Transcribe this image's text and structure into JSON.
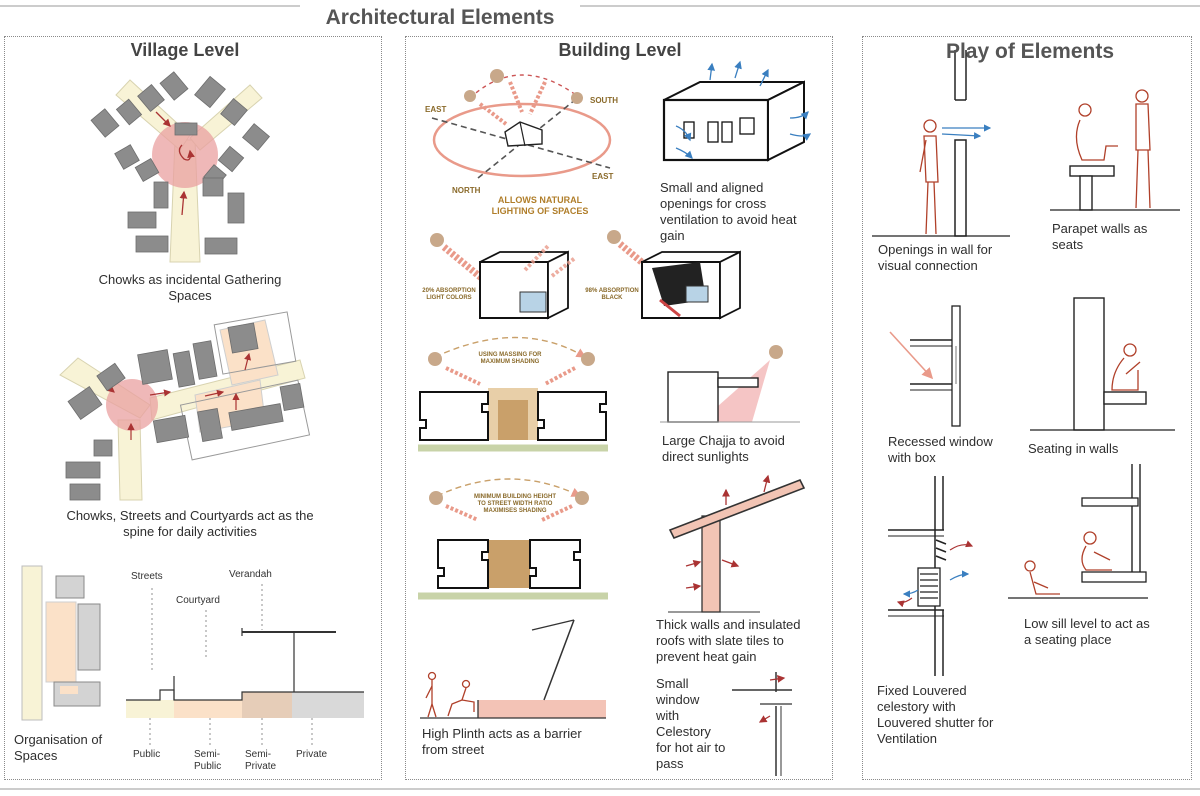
{
  "header": {
    "title": "Architectural Elements"
  },
  "panels": {
    "village": {
      "title": "Village Level",
      "label_chowks": "Chowks as incidental Gathering Spaces",
      "label_streets": "Chowks, Streets and Courtyards act as the spine for daily activities",
      "label_organisation": "Organisation of Spaces",
      "diagram_labels": {
        "streets": "Streets",
        "courtyard": "Courtyard",
        "verandah": "Verandah",
        "public": "Public",
        "semi_public": "Semi-Public",
        "semi_private": "Semi-Private",
        "private": "Private"
      }
    },
    "building": {
      "title": "Building Level",
      "label_lighting": "ALLOWS NATURAL LIGHTING OF SPACES",
      "compass": {
        "east_1": "EAST",
        "south": "SOUTH",
        "north": "NORTH",
        "east_2": "EAST"
      },
      "label_openings": "Small and aligned openings for cross ventilation to avoid heat gain",
      "absorption_light": "20% ABSORPTION LIGHT COLORS",
      "absorption_black": "98% ABSORPTION BLACK",
      "label_massing": "USING MASSING FOR MAXIMUM SHADING",
      "label_chajja": "Large Chajja to avoid direct sunlights",
      "label_height": "MINIMUM BUILDING HEIGHT TO STREET WIDTH RATIO MAXIMISES SHADING",
      "label_walls": "Thick walls and insulated roofs with slate tiles to prevent heat gain",
      "label_plinth": "High Plinth acts as a barrier from street",
      "label_celestory": "Small window with Celestory for hot air to pass"
    },
    "play": {
      "title": "Play of Elements",
      "label_openings": "Openings in wall for visual connection",
      "label_parapet": "Parapet walls as seats",
      "label_recessed": "Recessed window with box",
      "label_seating": "Seating in walls",
      "label_louvered": "Fixed Louvered celestory with Louvered shutter for Ventilation",
      "label_sill": "Low sill level to act as a seating place"
    }
  },
  "colors": {
    "title_gray": "#555555",
    "person_red": "#b0402a",
    "chowk_pink": "#e9a0a0",
    "street_cream": "#f8f3d6",
    "building_gray": "#8a8a8a",
    "sun_tan": "#c8a88a",
    "arrow_salmon": "#e99a8a",
    "vent_blue": "#3a7fc0",
    "shade_brown": "#c9a06a",
    "ground_green": "#c8d3a8"
  }
}
